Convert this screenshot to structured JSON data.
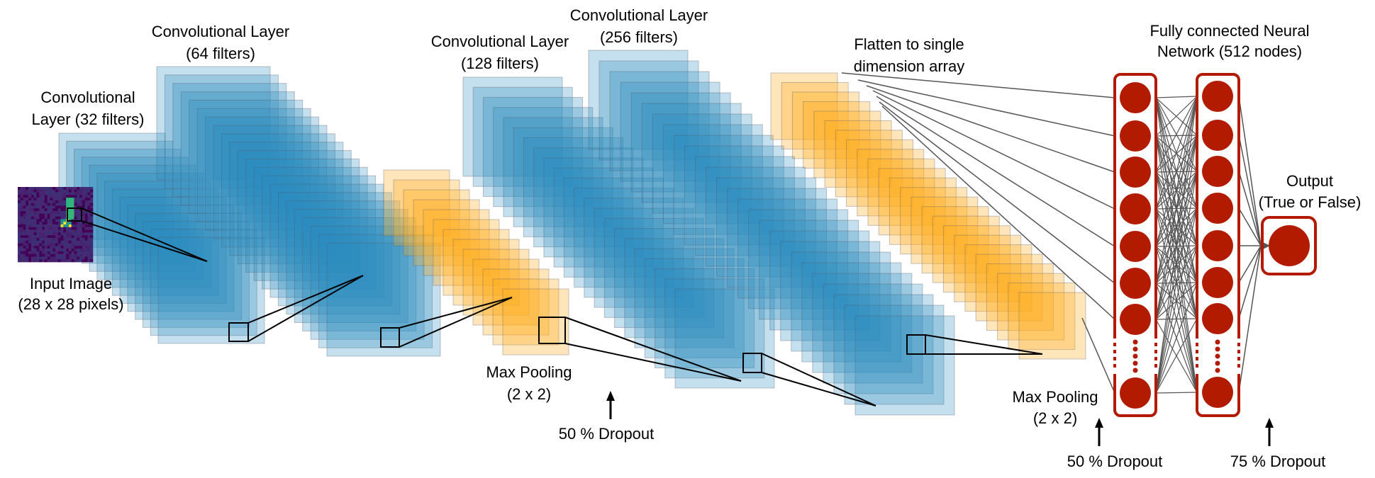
{
  "labels": {
    "conv32": [
      "Convolutional",
      "Layer (32 filters)"
    ],
    "conv64": [
      "Convolutional Layer",
      "(64 filters)"
    ],
    "input": [
      "Input Image",
      "(28 x 28 pixels)"
    ],
    "conv128": [
      "Convolutional Layer",
      "(128 filters)"
    ],
    "conv256": [
      "Convolutional Layer",
      "(256 filters)"
    ],
    "flatten": [
      "Flatten to single",
      "dimension array"
    ],
    "fc": [
      "Fully connected Neural",
      "Network (512 nodes)"
    ],
    "output": [
      "Output",
      "(True or False)"
    ],
    "maxpool1": [
      "Max Pooling",
      "(2 x 2)"
    ],
    "maxpool2": [
      "Max Pooling",
      "(2 x 2)"
    ],
    "dropout1": "50 % Dropout",
    "dropout2": "50 % Dropout",
    "dropout3": "75 % Dropout"
  },
  "colors": {
    "conv": "#2b8cbe",
    "pool": "#ffab1a",
    "node": "#b31b00",
    "line": "#555555"
  }
}
